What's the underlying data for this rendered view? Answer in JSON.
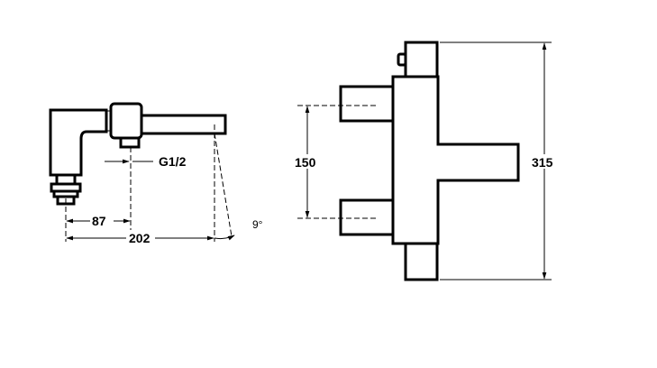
{
  "dimensions": {
    "thread": "G1/2",
    "inlet_offset": "87",
    "spout_length": "202",
    "swivel_angle": "9°",
    "inlet_distance": "150",
    "body_height": "315"
  }
}
